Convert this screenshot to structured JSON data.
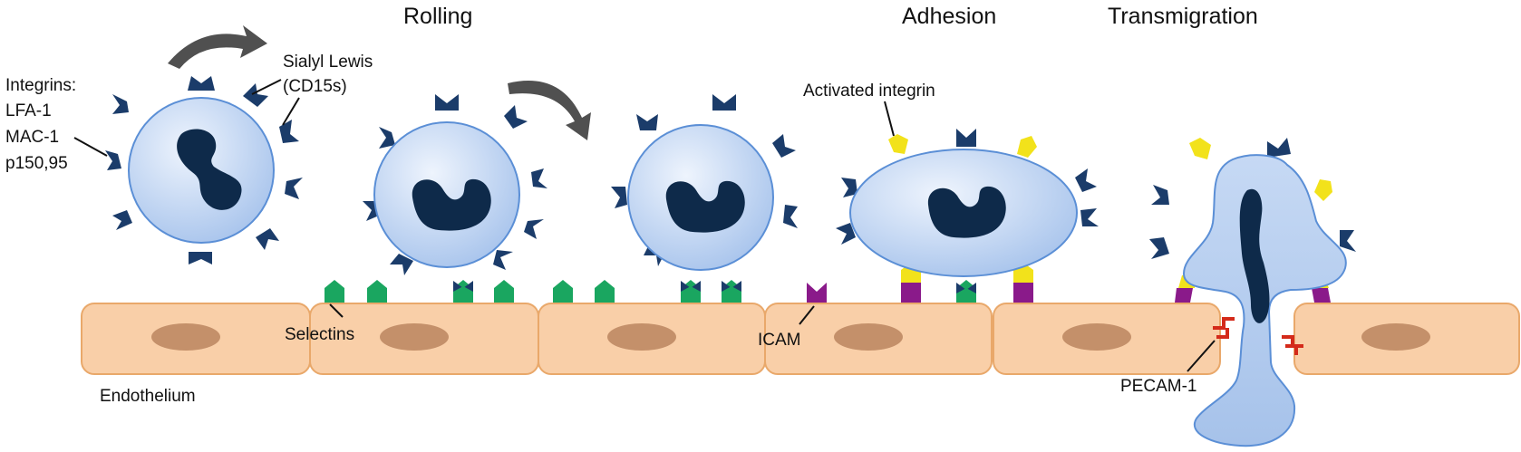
{
  "stages": {
    "rolling": "Rolling",
    "adhesion": "Adhesion",
    "transmigration": "Transmigration"
  },
  "labels": {
    "integrins_title": "Integrins:",
    "integrin_1": "LFA-1",
    "integrin_2": "MAC-1",
    "integrin_3": "p150,95",
    "sialyl_1": "Sialyl Lewis",
    "sialyl_2": "(CD15s)",
    "activated_integrin": "Activated integrin",
    "selectins": "Selectins",
    "icam": "ICAM",
    "pecam": "PECAM-1",
    "endothelium": "Endothelium"
  },
  "colors": {
    "cell_fill": "#dde8f8",
    "cell_stroke": "#5b8fd6",
    "nucleus": "#0e2a4a",
    "receptor": "#1b3c6a",
    "selectin": "#1aa660",
    "activated_integrin": "#f2e21b",
    "icam": "#8a1a8a",
    "pecam": "#d42a1a",
    "endothelium_fill": "#f9cfa8",
    "endothelium_stroke": "#e9a86a",
    "endothelium_nucleus": "#c4906a",
    "arrow": "#505050"
  }
}
